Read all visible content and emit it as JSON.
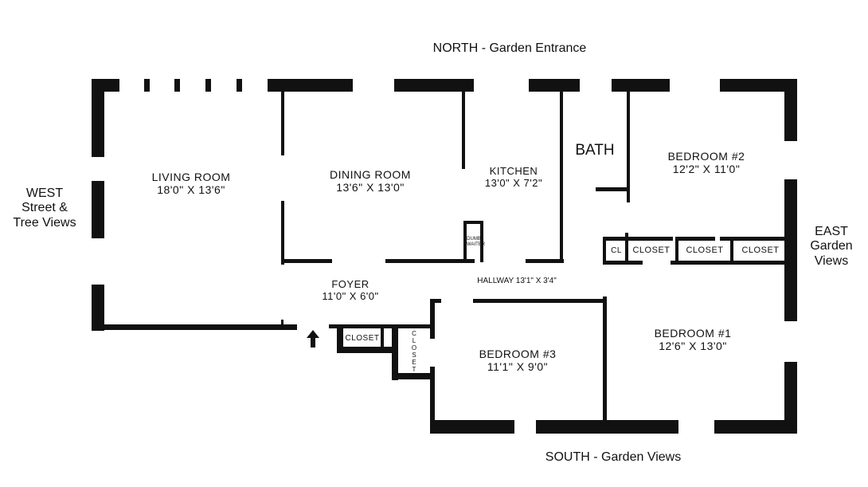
{
  "compass": {
    "north": "NORTH - Garden  Entrance",
    "south": "SOUTH - Garden Views",
    "west": [
      "WEST",
      "Street &",
      "Tree Views"
    ],
    "east": [
      "EAST",
      "Garden",
      "Views"
    ]
  },
  "rooms": {
    "living": {
      "name": "LIVING ROOM",
      "size": "18'0\" X 13'6\""
    },
    "dining": {
      "name": "DINING ROOM",
      "size": "13'6\" X 13'0\""
    },
    "kitchen": {
      "name": "KITCHEN",
      "size": "13'0\" X 7'2\""
    },
    "bath": {
      "name": "BATH"
    },
    "bedroom2": {
      "name": "BEDROOM #2",
      "size": "12'2\" X 11'0\""
    },
    "bedroom1": {
      "name": "BEDROOM #1",
      "size": "12'6\" X 13'0\""
    },
    "bedroom3": {
      "name": "BEDROOM #3",
      "size": "11'1\" X 9'0\""
    },
    "foyer": {
      "name": "FOYER",
      "size": "11'0\" X 6'0\""
    },
    "hallway": {
      "label": "HALLWAY 13'1\" X 3'4\""
    }
  },
  "closets": {
    "cl": "CL",
    "closet_a": "CLOSET",
    "closet_b": "CLOSET",
    "closet_c": "CLOSET",
    "foyer_closet": "CLOSET",
    "vertical_closet": "CLOSET"
  },
  "dumbwaiter": [
    "DUMB-",
    "WAITER"
  ],
  "entry_arrow": "up-arrow-icon"
}
